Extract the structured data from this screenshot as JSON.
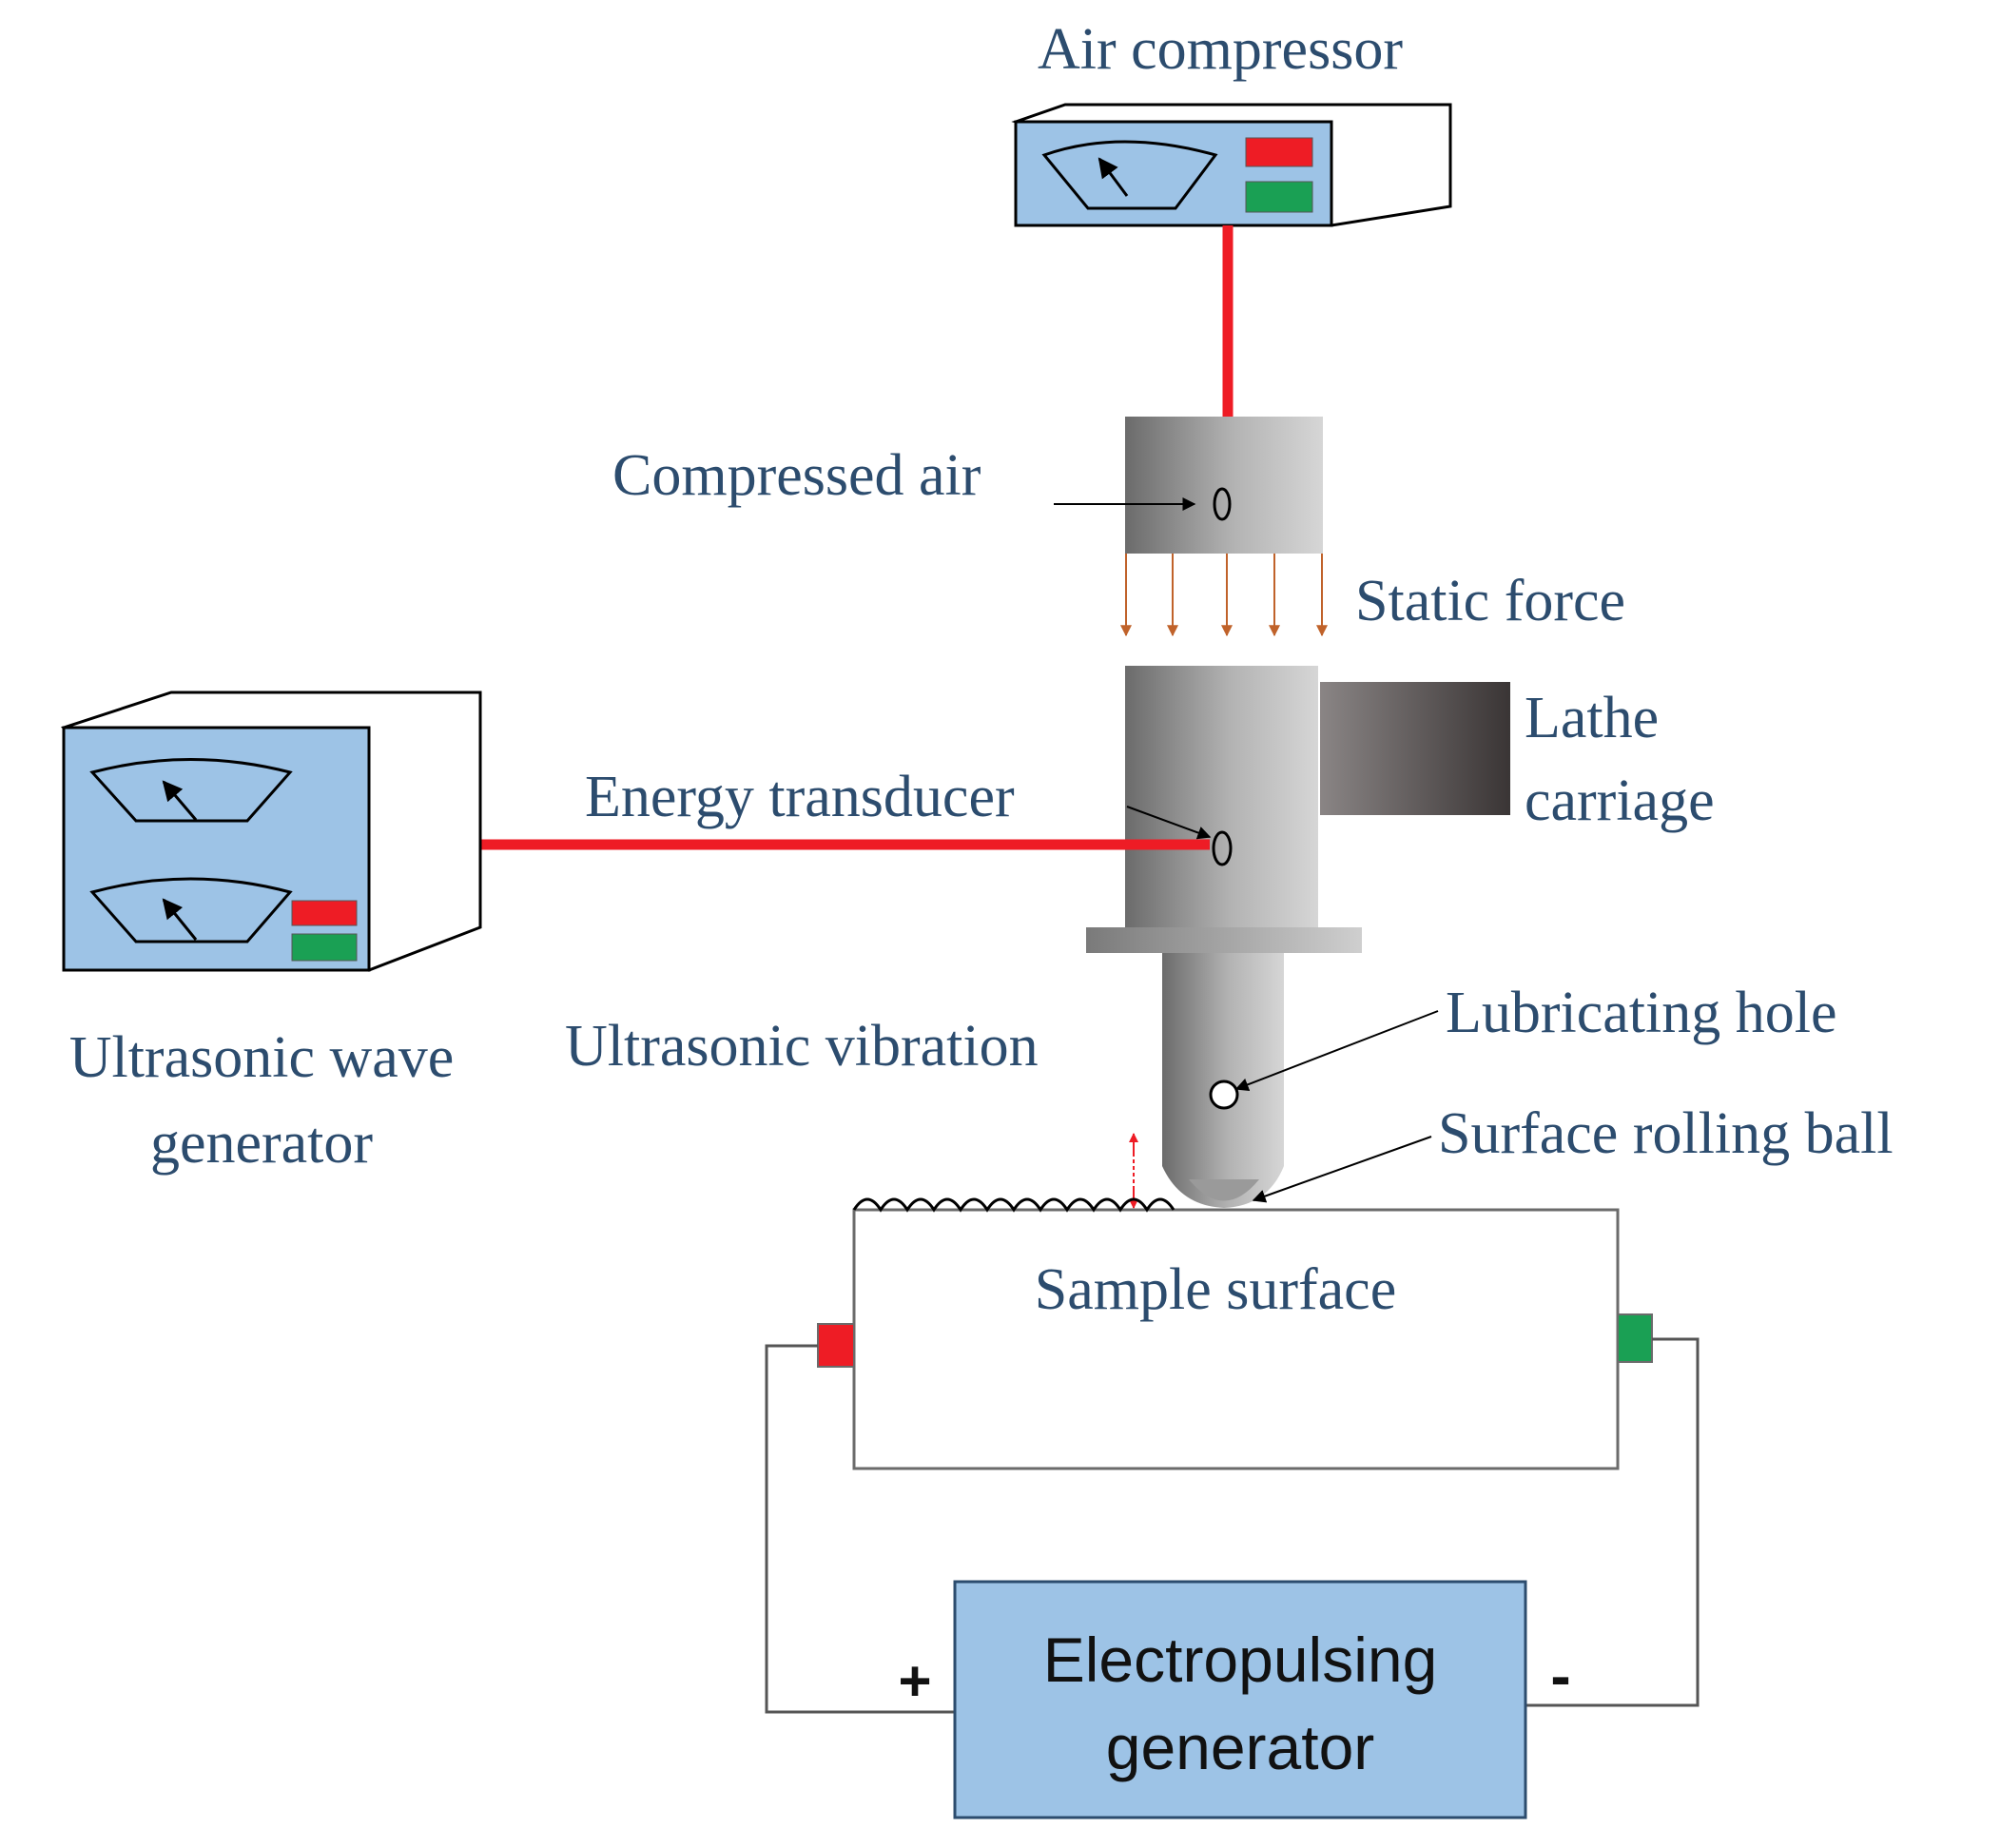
{
  "labels": {
    "air_compressor": "Air compressor",
    "compressed_air": "Compressed air",
    "static_force": "Static force",
    "lathe_carriage_line1": "Lathe",
    "lathe_carriage_line2": "carriage",
    "energy_transducer": "Energy transducer",
    "ultrasonic_wave_generator_line1": "Ultrasonic wave",
    "ultrasonic_wave_generator_line2": "generator",
    "ultrasonic_vibration": "Ultrasonic vibration",
    "lubricating_hole": "Lubricating hole",
    "surface_rolling_ball": "Surface rolling ball",
    "sample_surface": "Sample surface",
    "electropulsing_generator_line1": "Electropulsing",
    "electropulsing_generator_line2": "generator",
    "plus": "+",
    "minus": "-"
  },
  "colors": {
    "label_text": "#2c4c6e",
    "panel_blue": "#9dc3e6",
    "red_line": "#ee1c25",
    "green_indicator": "#1aa054",
    "force_arrow": "#c0622a",
    "gray_body": "#a6a6a6",
    "dark_gray": "#555555"
  }
}
